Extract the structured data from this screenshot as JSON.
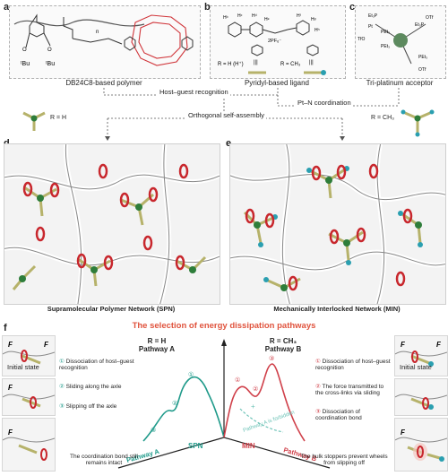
{
  "panels": {
    "a": {
      "letter": "a",
      "caption": "DB24C8-based polymer",
      "labels": {
        "tbu1": "ᵗBu",
        "tbu2": "ᵗBu",
        "n": "n",
        "o1": "O",
        "o2": "O"
      }
    },
    "b": {
      "letter": "b",
      "caption": "Pyridyl-based ligand",
      "formula_r_h": "R = H (H⁺)",
      "formula_r_ch3": "R = CH₃",
      "anion": "2PF₆⁻",
      "equiv": "|||",
      "proton_labels": [
        "Hᵇ",
        "Hᶜ",
        "Hᵈ",
        "Hᵉ",
        "Hᶠ",
        "Hᵍ",
        "Hʰ"
      ]
    },
    "c": {
      "letter": "c",
      "caption": "Tri-platinum acceptor",
      "ligand_labels": {
        "et3p1": "Et₃P",
        "pt": "Pt",
        "pet3a": "PEt₃",
        "tfo": "TfO",
        "pet3b": "PEt₃",
        "otf1": "OTf",
        "et3p2": "Et₃P",
        "pet3c": "PEt₃",
        "otf2": "OTf"
      }
    },
    "flow": {
      "host_guest": "Host–guest recognition",
      "pt_n": "Pt–N coordination",
      "orthogonal": "Orthogonal self-assembly",
      "r_h": "R = H",
      "r_ch3": "R = CH₃"
    },
    "d": {
      "letter": "d",
      "caption": "Supramolecular Polymer Network (SPN)"
    },
    "e": {
      "letter": "e",
      "caption": "Mechanically Interlocked Network (MIN)"
    },
    "f": {
      "letter": "f",
      "title": "The selection of energy dissipation pathways",
      "left_head": "R = H",
      "left_sub": "Pathway A",
      "right_head": "R = CH₃",
      "right_sub": "Pathway B",
      "left_steps": [
        {
          "num": "①",
          "text": "Dissociation of host–guest recognition"
        },
        {
          "num": "②",
          "text": "Sliding along the axle"
        },
        {
          "num": "③",
          "text": "Slipping off the axle"
        }
      ],
      "right_steps": [
        {
          "num": "①",
          "text": "Dissociation of host–guest recognition"
        },
        {
          "num": "②",
          "text": "The force transmitted to the cross-links via sliding"
        },
        {
          "num": "③",
          "text": "Dissociation of coordination bond"
        }
      ],
      "left_note": "The coordination bond still remains intact",
      "right_note": "The bulk stoppers prevent wheels from slipping off",
      "pathway_a": "Pathway A",
      "pathway_b": "Pathway B",
      "spn": "SPN",
      "min": "MIN",
      "forbidden": "Pathway A is forbidden",
      "initial_state": "Initial state",
      "force": "F",
      "peaks_left": [
        "①",
        "②",
        "③"
      ],
      "peaks_right": [
        "①",
        "②",
        "③"
      ]
    }
  },
  "colors": {
    "ring": "#c8272d",
    "node": "#2e7d3a",
    "stopper": "#2a9fb0",
    "axle": "#b6b26a",
    "teal": "#1f9a8a",
    "red": "#e0533d"
  }
}
